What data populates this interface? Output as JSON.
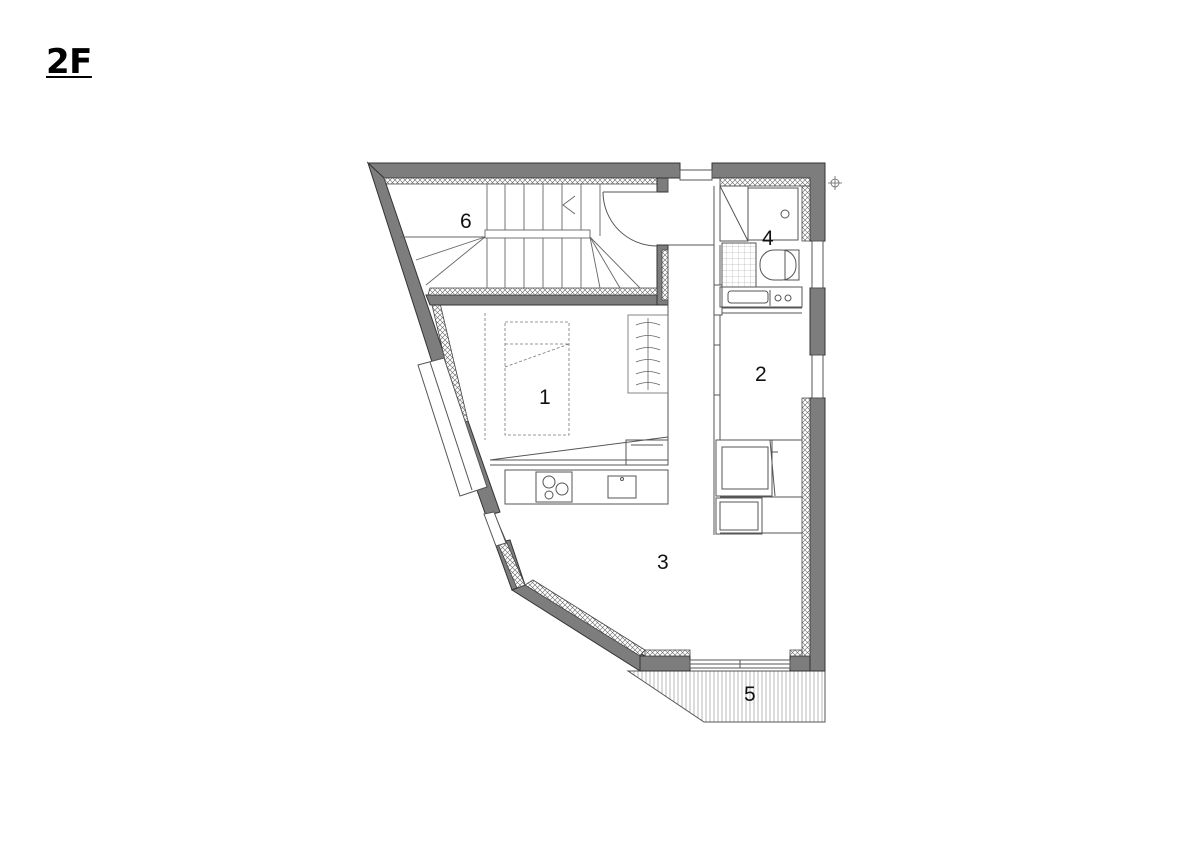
{
  "plan": {
    "floor_label": "2F",
    "rooms": [
      {
        "id": "room-1",
        "number": "1"
      },
      {
        "id": "room-2",
        "number": "2"
      },
      {
        "id": "room-3",
        "number": "3"
      },
      {
        "id": "room-4",
        "number": "4"
      },
      {
        "id": "room-5",
        "number": "5"
      },
      {
        "id": "room-6",
        "number": "6"
      }
    ]
  }
}
